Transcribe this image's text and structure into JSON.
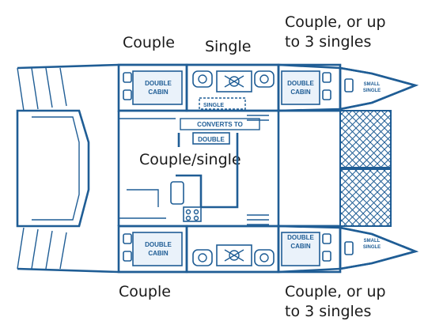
{
  "annotations": {
    "couple_top": "Couple",
    "single_top": "Single",
    "couple_or_up_top_line1": "Couple, or up",
    "couple_or_up_top_line2": "to 3 singles",
    "couple_single_center": "Couple/single",
    "couple_bottom": "Couple",
    "couple_or_up_bottom_line1": "Couple, or up",
    "couple_or_up_bottom_line2": "to 3 singles"
  },
  "plan_labels": {
    "double_cabin_word1": "DOUBLE",
    "double_cabin_word2": "CABIN",
    "small_single_word1": "SMALL",
    "small_single_word2": "SINGLE",
    "single": "SINGLE",
    "converts_to": "CONVERTS TO",
    "double": "DOUBLE"
  },
  "colors": {
    "plan_line": "#1f5d95",
    "plan_fill": "#eaf2fa",
    "text": "#1a1a1a"
  }
}
